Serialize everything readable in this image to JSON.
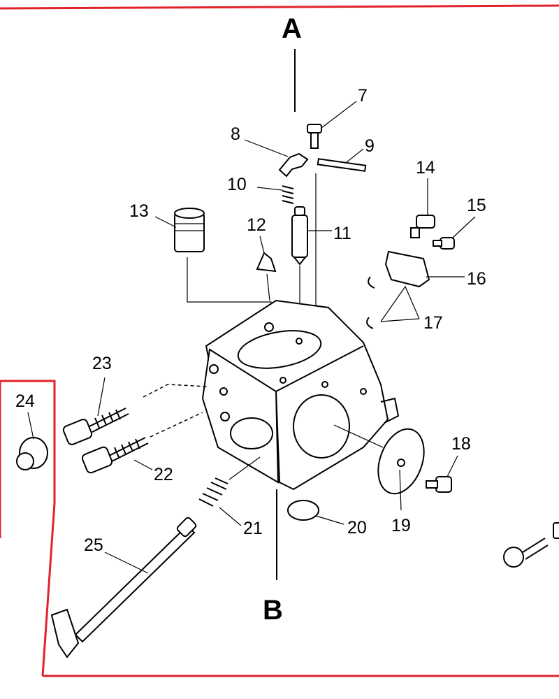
{
  "diagram": {
    "labels": {
      "A": "A",
      "B": "B",
      "7": "7",
      "8": "8",
      "9": "9",
      "10": "10",
      "11": "11",
      "12": "12",
      "13": "13",
      "14": "14",
      "15": "15",
      "16": "16",
      "17": "17",
      "18": "18",
      "19": "19",
      "20": "20",
      "21": "21",
      "22": "22",
      "23": "23",
      "24": "24",
      "25": "25"
    },
    "colors": {
      "frame": "#e2222b",
      "ink": "#000000",
      "background": "#ffffff"
    }
  }
}
